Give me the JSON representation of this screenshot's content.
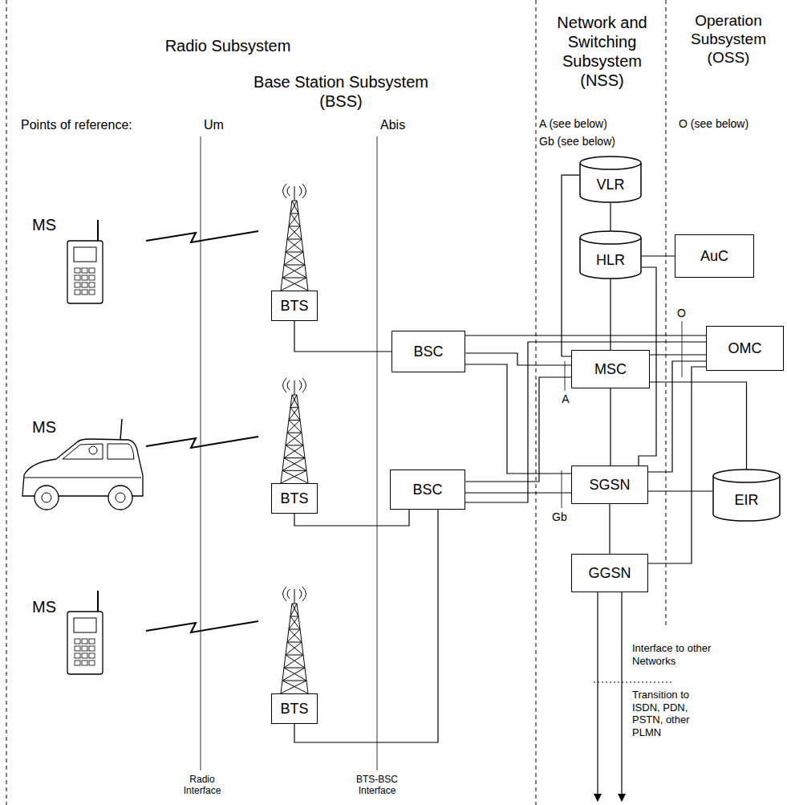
{
  "diagram": {
    "nodes": [
      {
        "text": [
          "VLR"
        ]
      },
      {
        "text": [
          "HLR"
        ]
      },
      {
        "text": [
          "AuC"
        ]
      },
      {
        "text": [
          "BTS"
        ]
      },
      {
        "text": [
          "BSC"
        ]
      },
      {
        "text": [
          "OMC"
        ]
      },
      {
        "text": [
          "MSC"
        ]
      },
      {
        "text": [
          "BTS"
        ]
      },
      {
        "text": [
          "SGSN"
        ]
      },
      {
        "text": [
          "EIR"
        ]
      },
      {
        "text": [
          "BSC"
        ]
      },
      {
        "text": [
          "GGSN"
        ]
      },
      {
        "text": [
          "BTS"
        ]
      }
    ],
    "edges": [
      {
        "from": 0,
        "to": 1,
        "arrow": "none"
      },
      {
        "from": 1,
        "to": 2,
        "arrow": "none"
      },
      {
        "from": 0,
        "to": 6,
        "arrow": "none"
      },
      {
        "from": 1,
        "to": 6,
        "arrow": "none"
      },
      {
        "from": 1,
        "to": 8,
        "arrow": "none"
      },
      {
        "from": 3,
        "to": 4,
        "arrow": "none"
      },
      {
        "from": 7,
        "to": 10,
        "arrow": "none"
      },
      {
        "from": 12,
        "to": 10,
        "arrow": "none"
      },
      {
        "from": 4,
        "to": 6,
        "arrow": "none"
      },
      {
        "from": 4,
        "to": 8,
        "arrow": "none"
      },
      {
        "from": 4,
        "to": 5,
        "arrow": "none"
      },
      {
        "from": 10,
        "to": 6,
        "arrow": "none"
      },
      {
        "from": 10,
        "to": 8,
        "arrow": "none"
      },
      {
        "from": 10,
        "to": 5,
        "arrow": "none"
      },
      {
        "from": 6,
        "to": 5,
        "arrow": "none"
      },
      {
        "from": 8,
        "to": 5,
        "arrow": "none"
      },
      {
        "from": 11,
        "to": 5,
        "arrow": "none"
      },
      {
        "from": 6,
        "to": 8,
        "arrow": "none"
      },
      {
        "from": 6,
        "to": 9,
        "arrow": "none"
      },
      {
        "from": 8,
        "to": 9,
        "arrow": "none"
      },
      {
        "from": 8,
        "to": 11,
        "arrow": "none"
      }
    ],
    "labels": [
      "Radio Subsystem",
      "Base Station Subsystem (BSS)",
      "Network and Switching Subsystem (NSS)",
      "Operation Subsystem (OSS)",
      "Points of reference:",
      "Um",
      "Abis",
      "A (see below)",
      "Gb (see below)",
      "O (see below)",
      "MS",
      "MS",
      "MS",
      "O",
      "A",
      "Gb",
      "Interface to other Networks",
      "Transition to ISDN, PDN, PSTN, other PLMN",
      "Radio Interface",
      "BTS-BSC Interface"
    ]
  }
}
